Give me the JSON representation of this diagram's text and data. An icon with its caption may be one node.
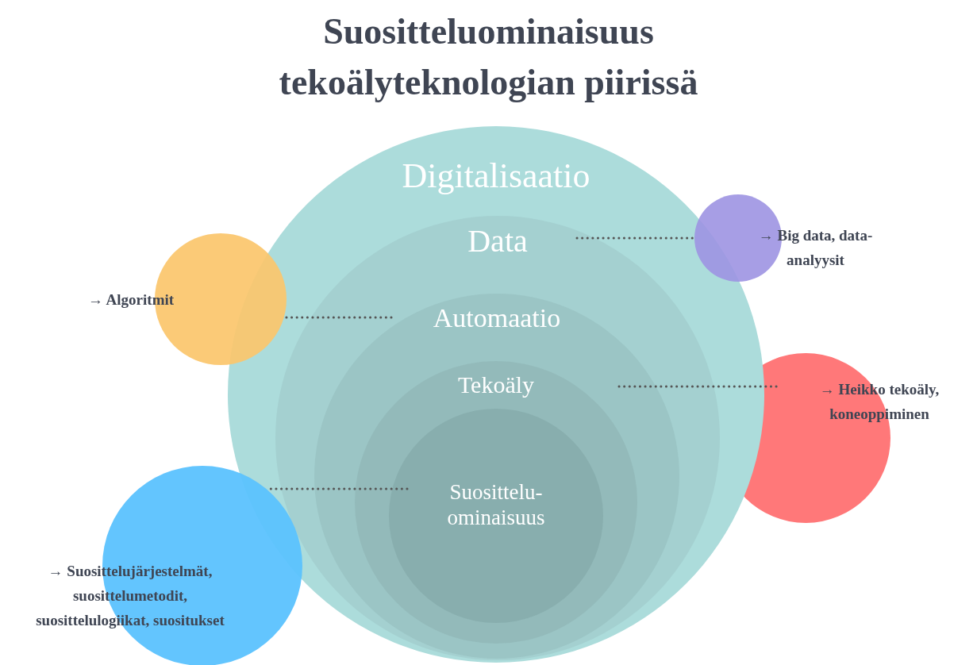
{
  "diagram": {
    "title": "Suositteluominaisuus tekoälyteknologian piirissä",
    "nodes": [
      {
        "text": [
          "Digitalisaatio"
        ]
      },
      {
        "text": [
          "Data"
        ],
        "in": 0
      },
      {
        "text": [
          "Automaatio"
        ],
        "in": 1
      },
      {
        "text": [
          "Tekoäly"
        ],
        "in": 2
      },
      {
        "text": [
          "Suosittelu-ominaisuus"
        ],
        "in": 3
      },
      {
        "text": [
          "→ Algoritmit"
        ]
      },
      {
        "text": [
          "→ Big data, data-analyysit"
        ]
      },
      {
        "text": [
          "→ Heikko tekoäly, koneoppiminen"
        ]
      },
      {
        "text": [
          "→ Suosittelujärjestelmät, suosittelumetodit, suosittelulogiikat, suositukset"
        ]
      }
    ],
    "edges": [
      {
        "from": 1,
        "to": 6,
        "arrow": "none",
        "style": "dashed"
      },
      {
        "from": 2,
        "to": 5,
        "arrow": "none",
        "style": "dashed"
      },
      {
        "from": 3,
        "to": 7,
        "arrow": "none",
        "style": "dashed"
      },
      {
        "from": 4,
        "to": 8,
        "arrow": "none",
        "style": "dashed"
      }
    ]
  }
}
